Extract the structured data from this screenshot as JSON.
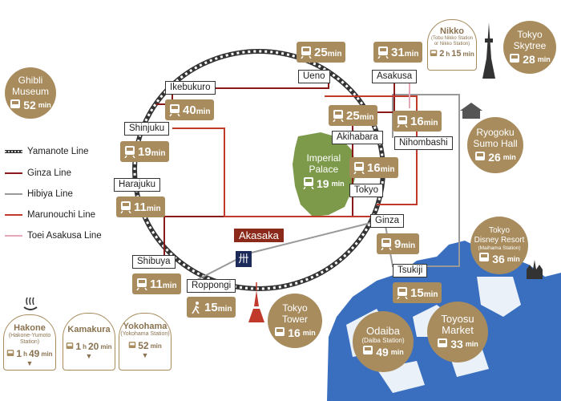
{
  "legend": [
    {
      "label": "Yamanote Line",
      "color": "#333333",
      "style": "dotted"
    },
    {
      "label": "Ginza Line",
      "color": "#8b1a1a",
      "style": "solid"
    },
    {
      "label": "Hibiya Line",
      "color": "#999999",
      "style": "solid"
    },
    {
      "label": "Marunouchi Line",
      "color": "#c0392b",
      "style": "solid"
    },
    {
      "label": "Toei Asakusa Line",
      "color": "#e6a7b8",
      "style": "solid"
    }
  ],
  "stations": {
    "ueno": "Ueno",
    "asakusa": "Asakusa",
    "ikebukuro": "Ikebukuro",
    "shinjuku": "Shinjuku",
    "harajuku": "Harajuku",
    "shibuya": "Shibuya",
    "akihabara": "Akihabara",
    "nihombashi": "Nihombashi",
    "tokyo": "Tokyo",
    "ginza": "Ginza",
    "tsukiji": "Tsukiji",
    "roppongi": "Roppongi"
  },
  "times": {
    "ueno": "25",
    "asakusa": "31",
    "ikebukuro": "40",
    "shinjuku": "19",
    "harajuku": "11",
    "shibuya": "11",
    "akihabara": "25",
    "nihombashi": "16",
    "tokyo": "16",
    "ginza": "9",
    "tsukiji": "15",
    "roppongi": "15",
    "unit": "min"
  },
  "places": {
    "palace_line1": "Imperial",
    "palace_line2": "Palace",
    "palace_time": "19",
    "akasaka": "Akasaka",
    "ghibli_1": "Ghibli",
    "ghibli_2": "Museum",
    "ghibli_time": "52",
    "skytree_1": "Tokyo",
    "skytree_2": "Skytree",
    "skytree_time": "28",
    "ryogoku_1": "Ryogoku",
    "ryogoku_2": "Sumo Hall",
    "ryogoku_time": "26",
    "disney_1": "Tokyo",
    "disney_2": "Disney Resort",
    "disney_3": "(Maihama Station)",
    "disney_time": "36",
    "tower_1": "Tokyo",
    "tower_2": "Tower",
    "tower_time": "16",
    "odaiba_1": "Odaiba",
    "odaiba_2": "(Daiba Station)",
    "odaiba_time": "49",
    "toyosu_1": "Toyosu",
    "toyosu_2": "Market",
    "toyosu_time": "33"
  },
  "cards": {
    "nikko_name": "Nikko",
    "nikko_sub": "(Tobu Nikko Station or Nikko Station)",
    "nikko_h": "2",
    "nikko_m": "15",
    "hakone_name": "Hakone",
    "hakone_sub": "(Hakone-Yumoto Station)",
    "hakone_h": "1",
    "hakone_m": "49",
    "kamakura_name": "Kamakura",
    "kamakura_h": "1",
    "kamakura_m": "20",
    "yokohama_name": "Yokohama",
    "yokohama_sub": "(Yokohama Station)",
    "yokohama_time": "52"
  },
  "hour_unit": "h",
  "colors": {
    "gold": "#a88c5e",
    "park": "#7c9a4a",
    "sea": "#3a6fc0",
    "akasaka": "#8b2a1a"
  }
}
